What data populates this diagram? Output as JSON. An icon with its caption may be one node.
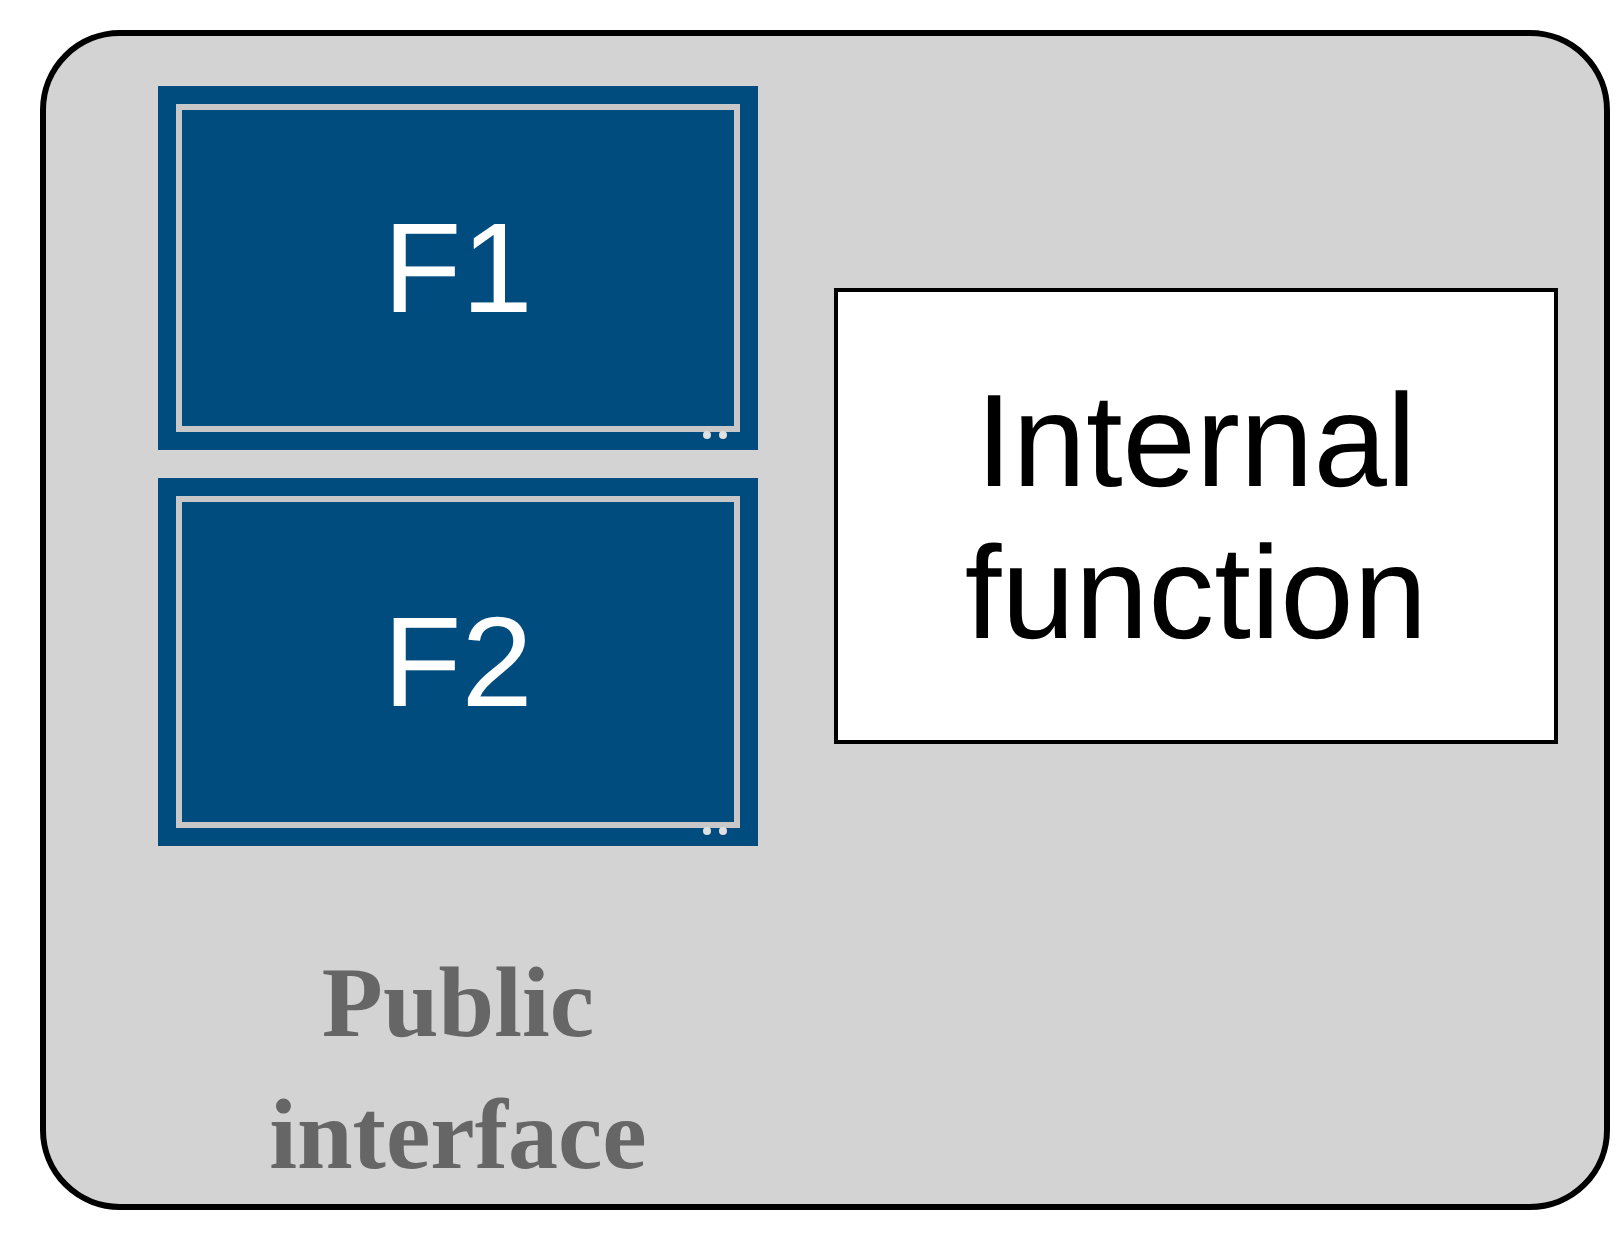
{
  "diagram": {
    "nodes": [
      {
        "text": [
          "Public interface"
        ]
      },
      {
        "text": [
          "F1"
        ],
        "in": 0
      },
      {
        "text": [
          "F2"
        ],
        "in": 0
      },
      {
        "text": [
          "Internal function"
        ],
        "in": 0
      }
    ]
  }
}
